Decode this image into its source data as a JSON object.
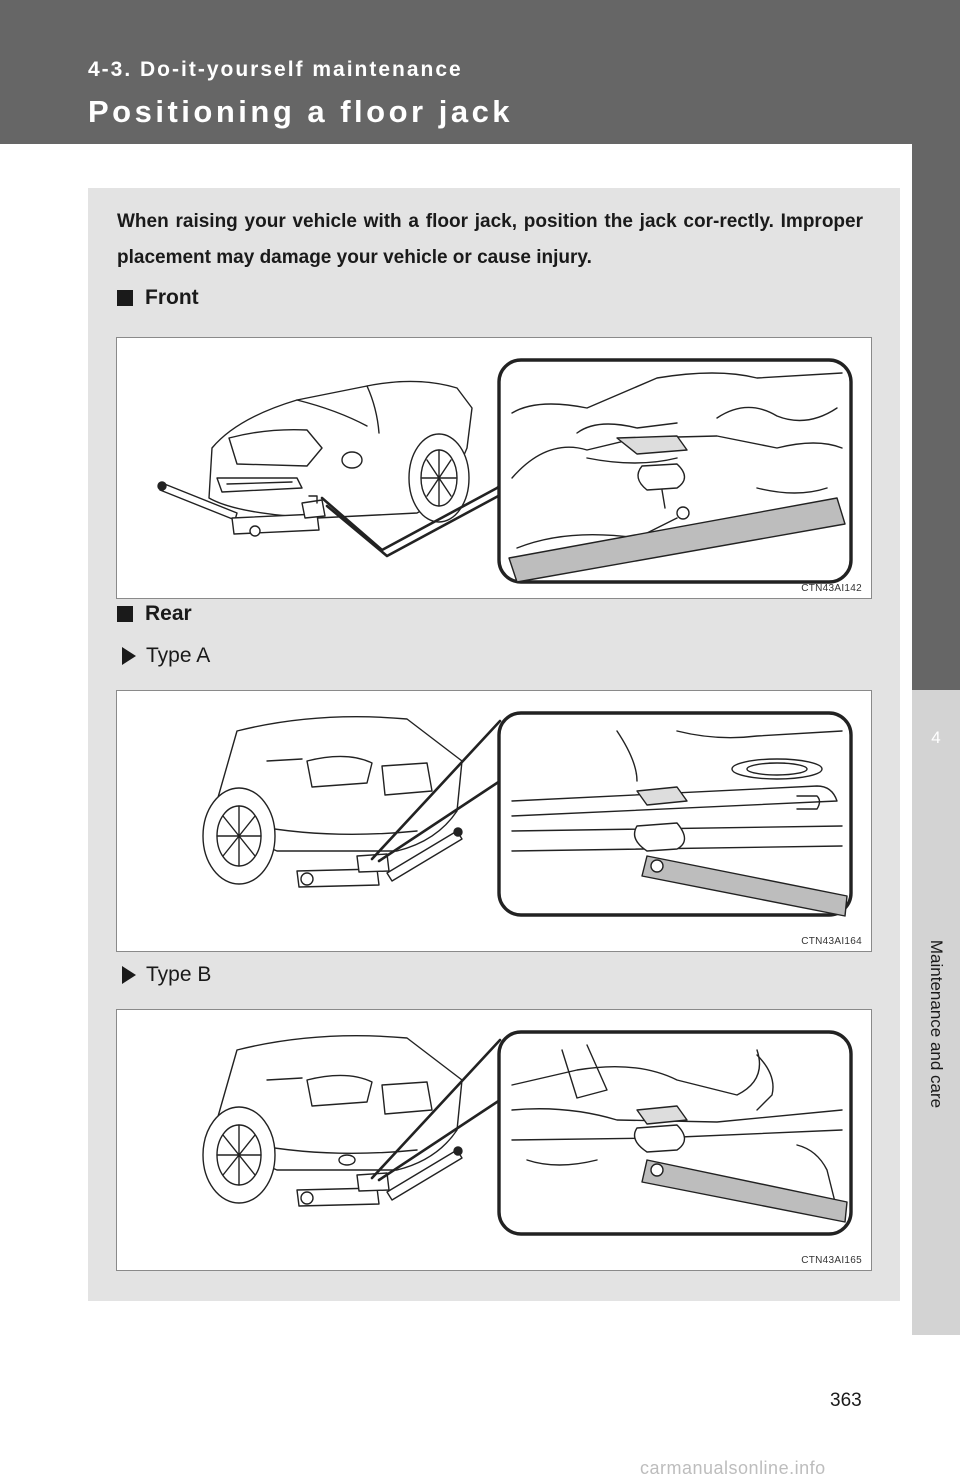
{
  "header": {
    "section": "4-3. Do-it-yourself maintenance",
    "title": "Positioning a floor jack"
  },
  "side_tab": {
    "number": "4",
    "label": "Maintenance and care"
  },
  "intro": "When raising your vehicle with a floor jack, position the jack cor-rectly. Improper placement may damage your vehicle or cause injury.",
  "sections": {
    "front": "Front",
    "rear": "Rear",
    "type_a": "Type A",
    "type_b": "Type B"
  },
  "figures": {
    "front_code": "CTN43AI142",
    "type_a_code": "CTN43AI164",
    "type_b_code": "CTN43AI165"
  },
  "page_number": "363",
  "watermark": "carmanualsonline.info",
  "colors": {
    "header": "#666666",
    "content_background": "#e3e3e3",
    "side_tab_light": "#d3d3d3"
  }
}
